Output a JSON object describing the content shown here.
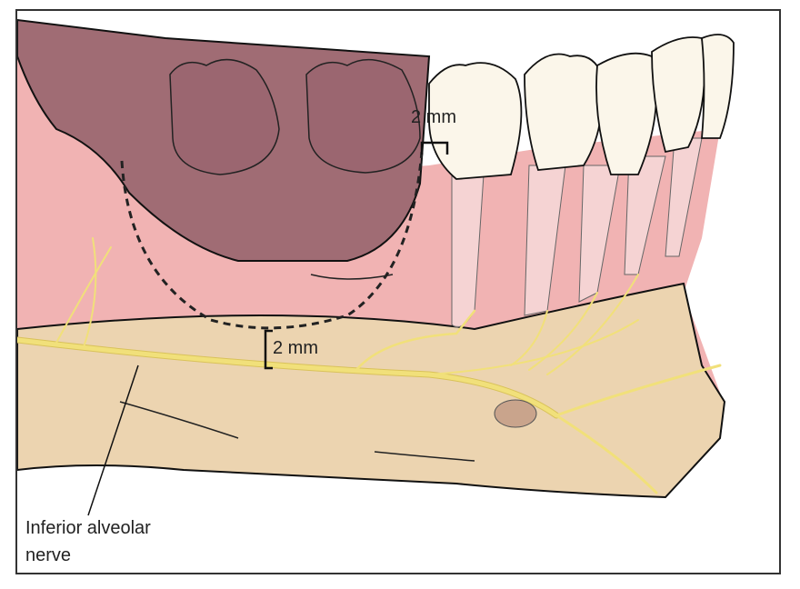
{
  "labels": {
    "top_measure": "2 mm",
    "bottom_measure": "2 mm",
    "nerve_line1": "Inferior alveolar",
    "nerve_line2": "nerve"
  },
  "colors": {
    "bone": "#ecd4b0",
    "gum": "#f1b3b3",
    "socket": "#a06c74",
    "tooth": "#fbf6ea",
    "nerve": "#f1e07a"
  }
}
